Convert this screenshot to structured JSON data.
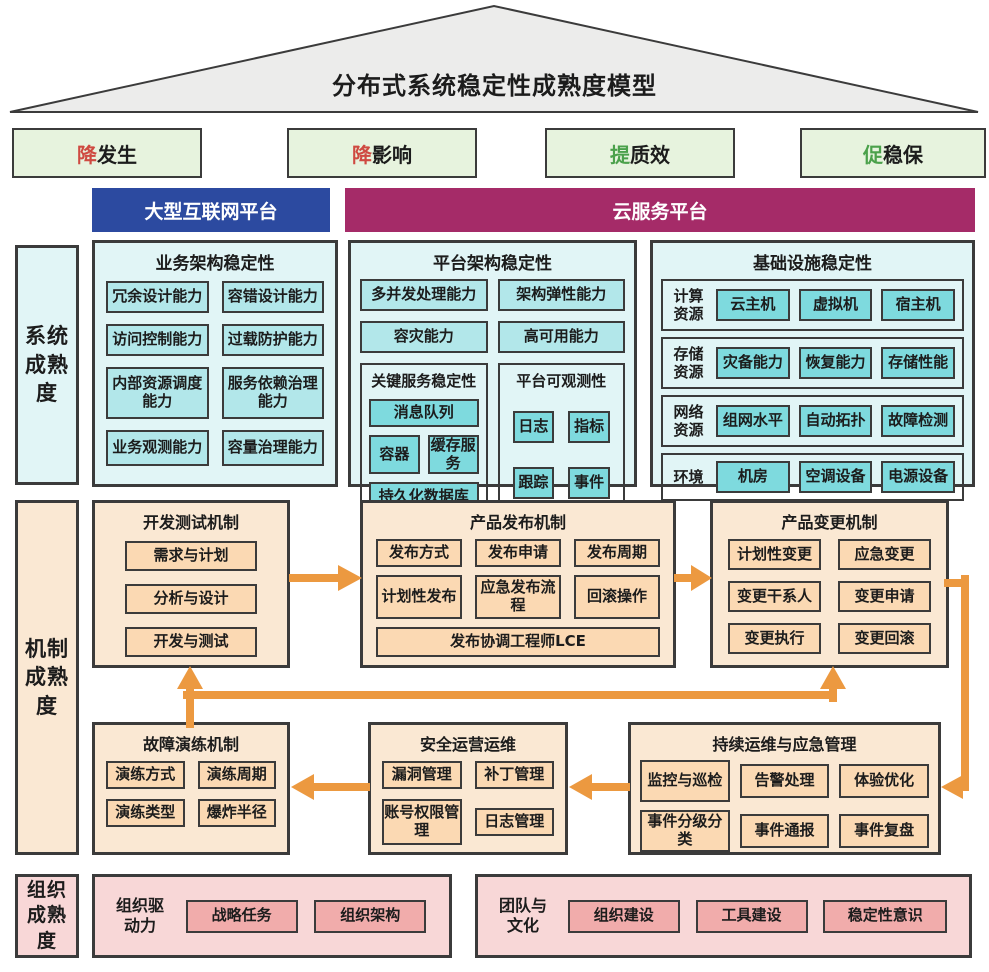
{
  "title": "分布式系统稳定性成熟度模型",
  "goals": [
    {
      "prefix": "降",
      "rest": "发生",
      "color": "#cf4a41"
    },
    {
      "prefix": "降",
      "rest": "影响",
      "color": "#cf4a41"
    },
    {
      "prefix": "提",
      "rest": "质效",
      "color": "#4ba14b"
    },
    {
      "prefix": "促",
      "rest": "稳保",
      "color": "#4ba14b"
    }
  ],
  "platforms": {
    "internet": "大型互联网平台",
    "cloud": "云服务平台"
  },
  "system": {
    "sidebar": "系统成熟度",
    "business": {
      "title": "业务架构稳定性",
      "items": [
        "冗余设计能力",
        "容错设计能力",
        "访问控制能力",
        "过载防护能力",
        "内部资源调度能力",
        "服务依赖治理能力",
        "业务观测能力",
        "容量治理能力"
      ]
    },
    "platform": {
      "title": "平台架构稳定性",
      "left_items": [
        "多并发处理能力",
        "容灾能力"
      ],
      "right_items": [
        "架构弹性能力",
        "高可用能力"
      ],
      "key_services": {
        "title": "关键服务稳定性",
        "items": [
          "消息队列",
          "容器",
          "缓存服务",
          "持久化数据库"
        ]
      },
      "observability": {
        "title": "平台可观测性",
        "items": [
          "日志",
          "指标",
          "跟踪",
          "事件"
        ]
      }
    },
    "infra": {
      "title": "基础设施稳定性",
      "rows": [
        {
          "label": "计算资源",
          "items": [
            "云主机",
            "虚拟机",
            "宿主机"
          ]
        },
        {
          "label": "存储资源",
          "items": [
            "灾备能力",
            "恢复能力",
            "存储性能"
          ]
        },
        {
          "label": "网络资源",
          "items": [
            "组网水平",
            "自动拓扑",
            "故障检测"
          ]
        },
        {
          "label": "环境",
          "items": [
            "机房",
            "空调设备",
            "电源设备"
          ]
        }
      ]
    }
  },
  "mechanism": {
    "sidebar": "机制成熟度",
    "dev_test": {
      "title": "开发测试机制",
      "items": [
        "需求与计划",
        "分析与设计",
        "开发与测试"
      ]
    },
    "release": {
      "title": "产品发布机制",
      "row1": [
        "发布方式",
        "发布申请",
        "发布周期"
      ],
      "row2": [
        "计划性发布",
        "应急发布流程",
        "回滚操作"
      ],
      "footer": "发布协调工程师LCE"
    },
    "change": {
      "title": "产品变更机制",
      "items": [
        "计划性变更",
        "应急变更",
        "变更干系人",
        "变更申请",
        "变更执行",
        "变更回滚"
      ]
    },
    "drill": {
      "title": "故障演练机制",
      "items": [
        "演练方式",
        "演练周期",
        "演练类型",
        "爆炸半径"
      ]
    },
    "security": {
      "title": "安全运营运维",
      "items": [
        "漏洞管理",
        "补丁管理",
        "账号权限管理",
        "日志管理"
      ]
    },
    "ops": {
      "title": "持续运维与应急管理",
      "items": [
        "监控与巡检",
        "告警处理",
        "体验优化",
        "事件分级分类",
        "事件通报",
        "事件复盘"
      ]
    }
  },
  "organization": {
    "sidebar": "组织成熟度",
    "driver": {
      "label": "组织驱动力",
      "items": [
        "战略任务",
        "组织架构"
      ]
    },
    "team": {
      "label": "团队与文化",
      "items": [
        "组织建设",
        "工具建设",
        "稳定性意识"
      ]
    }
  },
  "colors": {
    "accent_red": "#cf4a41",
    "accent_green": "#4ba14b",
    "internet_bar": "#2c4aa0",
    "cloud_bar": "#a52b68",
    "arrow": "#ec9940",
    "roof_fill": "#ececeb",
    "goal_fill": "#e7f3de",
    "system_panel": "#e1f5f6",
    "system_box": "#b2e7ea",
    "system_box_dark": "#7edade",
    "mechanism_panel": "#fae8d3",
    "mechanism_box": "#fbd9b3",
    "organization_panel": "#f8d7d7",
    "organization_box": "#f1acab",
    "border": "#3b3b3b"
  }
}
